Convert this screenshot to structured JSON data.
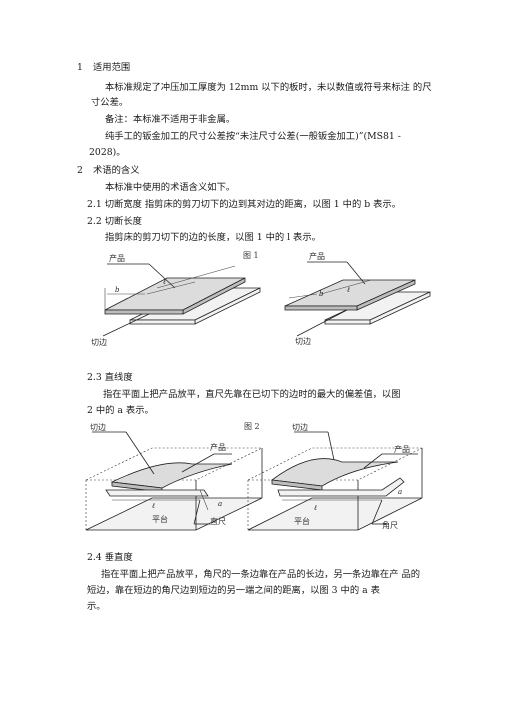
{
  "sections": {
    "s1_num": "1",
    "s1_title": "适用范围",
    "p1_line1": "本标准规定了冲压加工厚度为 12mm 以下的板时，未以数值或符号来标注 的尺",
    "p1_line2": "寸公差。",
    "p2": "备注：本标准不适用于非金属。",
    "p3_line1": "纯手工的钣金加工的尺寸公差按“未注尺寸公差(一般钣金加工)”(MS81 -",
    "p3_line2": "2028)。",
    "s2_num": "2",
    "s2_title": "术语的含义",
    "p4": "本标准中使用的术语含义如下。",
    "s21": "2.1 切断宽度 指剪床的剪刀切下的边到其对边的距离，以图 1 中的 b 表示。",
    "s22": "2.2 切断长度",
    "p5": "指剪床的剪刀切下的边的长度，以图 1 中的 l 表示。",
    "s23": "2.3 直线度",
    "p6_line1": "指在平面上把产品放平，直尺先靠在已切下的边时的最大的偏差值，以图",
    "p6_line2": "2 中的 a 表示。",
    "s24": "2.4 垂直度",
    "p7_line1": "指在平面上把产品放平，角尺的一条边靠在产品的长边，另一条边靠在产 品的",
    "p7_line2": "短边，靠在短边的角尺边到短边的另一端之间的距离，以图        3 中的 a 表",
    "p7_line3": "示。"
  },
  "figure1": {
    "caption": "图 1",
    "left_product": "产品",
    "left_cut": "切边",
    "right_product": "产品",
    "right_cut": "切边",
    "sym_b": "b",
    "sym_l": "ℓ"
  },
  "figure2": {
    "caption": "图 2",
    "left_cut": "切边",
    "left_product": "产品",
    "left_platform": "平台",
    "left_ruler": "直尺",
    "right_cut": "切边",
    "right_product": "产品",
    "right_platform": "平台",
    "right_square": "角尺",
    "sym_l": "ℓ",
    "sym_a": "a"
  }
}
